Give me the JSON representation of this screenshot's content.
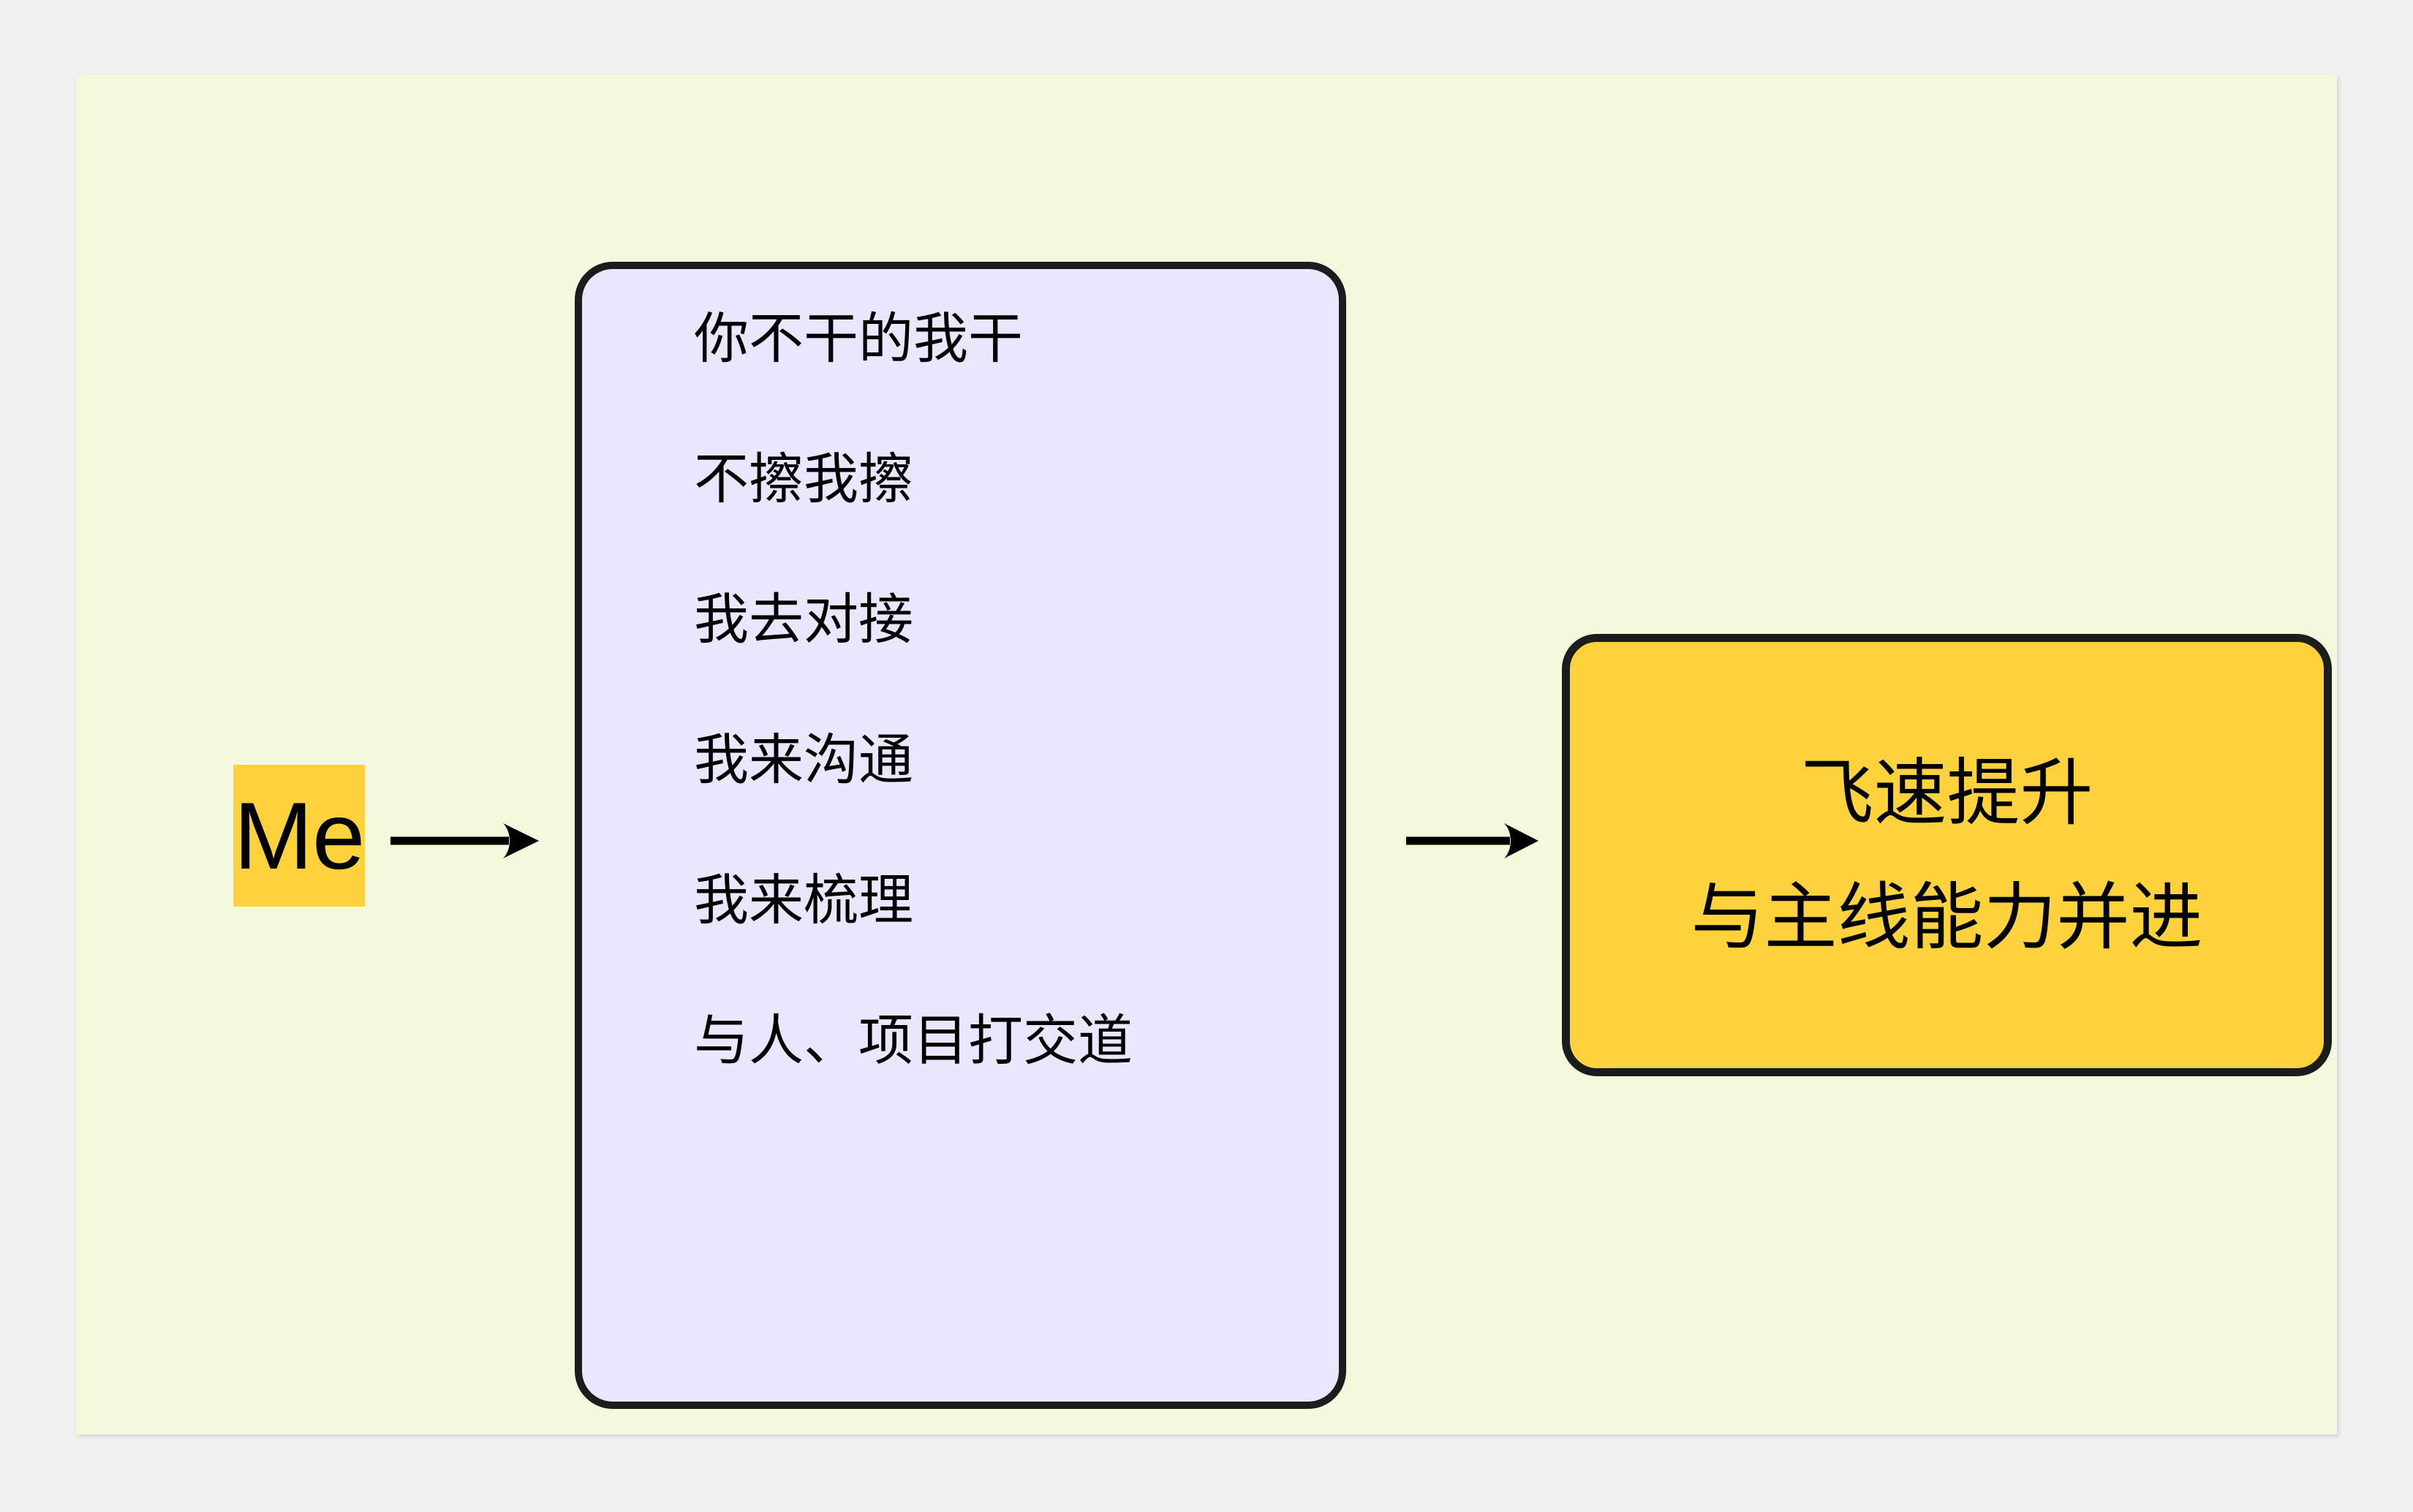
{
  "canvas": {
    "background_color": "#f4f8dc",
    "page_background_color": "#f1f1f1"
  },
  "source": {
    "label": "Me",
    "highlight_color": "#fdd23c"
  },
  "connectors": [
    {
      "name": "arrow-me-to-activities",
      "direction": "right"
    },
    {
      "name": "arrow-activities-to-outcome",
      "direction": "right"
    }
  ],
  "activities": {
    "background_color": "#eae6fd",
    "border_color": "#1c1c1c",
    "items": [
      {
        "text": "你不干的我干"
      },
      {
        "text": "不擦我擦"
      },
      {
        "text": "我去对接"
      },
      {
        "text": "我来沟通"
      },
      {
        "text": "我来梳理"
      },
      {
        "text": "与人、项目打交道"
      }
    ]
  },
  "outcome": {
    "background_color": "#fdd23c",
    "border_color": "#1c1c1c",
    "line_1": "飞速提升",
    "line_2": "与主线能力并进"
  }
}
